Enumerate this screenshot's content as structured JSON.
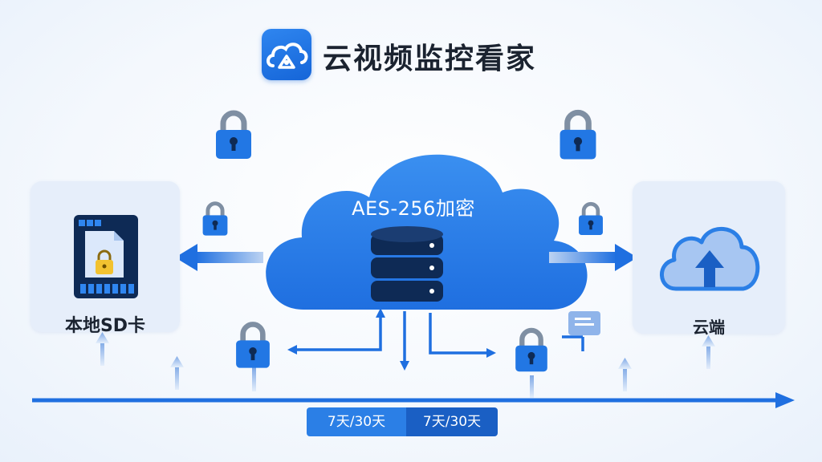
{
  "header": {
    "title": "云视频监控看家",
    "logo_icon": "cloud-camera-icon"
  },
  "cloud": {
    "label": "AES-256加密",
    "icon": "database-icon"
  },
  "left_panel": {
    "label": "本地SD卡",
    "icon": "sd-card-icon"
  },
  "right_panel": {
    "label": "云端",
    "icon": "cloud-upload-icon"
  },
  "retention": {
    "items": [
      "7天/30天",
      "7天/30天"
    ]
  },
  "colors": {
    "primary": "#1f6fe0",
    "accent": "#2b7fe6",
    "dark": "#1a5fc4",
    "panel": "#e6eefa"
  }
}
